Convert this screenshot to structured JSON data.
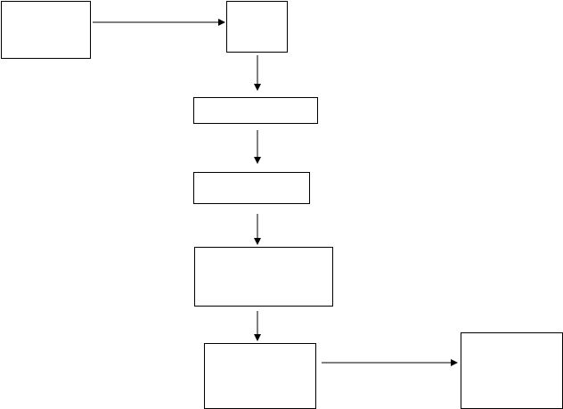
{
  "diagram": {
    "nodes": [
      {
        "id": "n1",
        "text": ""
      },
      {
        "id": "n2",
        "text": ""
      },
      {
        "id": "n3",
        "text": ""
      },
      {
        "id": "n4",
        "text": ""
      },
      {
        "id": "n5",
        "text": ""
      },
      {
        "id": "n6",
        "text": ""
      },
      {
        "id": "n7",
        "text": ""
      }
    ],
    "edges": [
      {
        "from": "n1",
        "to": "n2"
      },
      {
        "from": "n2",
        "to": "n3"
      },
      {
        "from": "n3",
        "to": "n4"
      },
      {
        "from": "n4",
        "to": "n5"
      },
      {
        "from": "n5",
        "to": "n6"
      },
      {
        "from": "n6",
        "to": "n7"
      }
    ],
    "colors": {
      "stroke": "#000000",
      "fill": "#ffffff"
    }
  }
}
